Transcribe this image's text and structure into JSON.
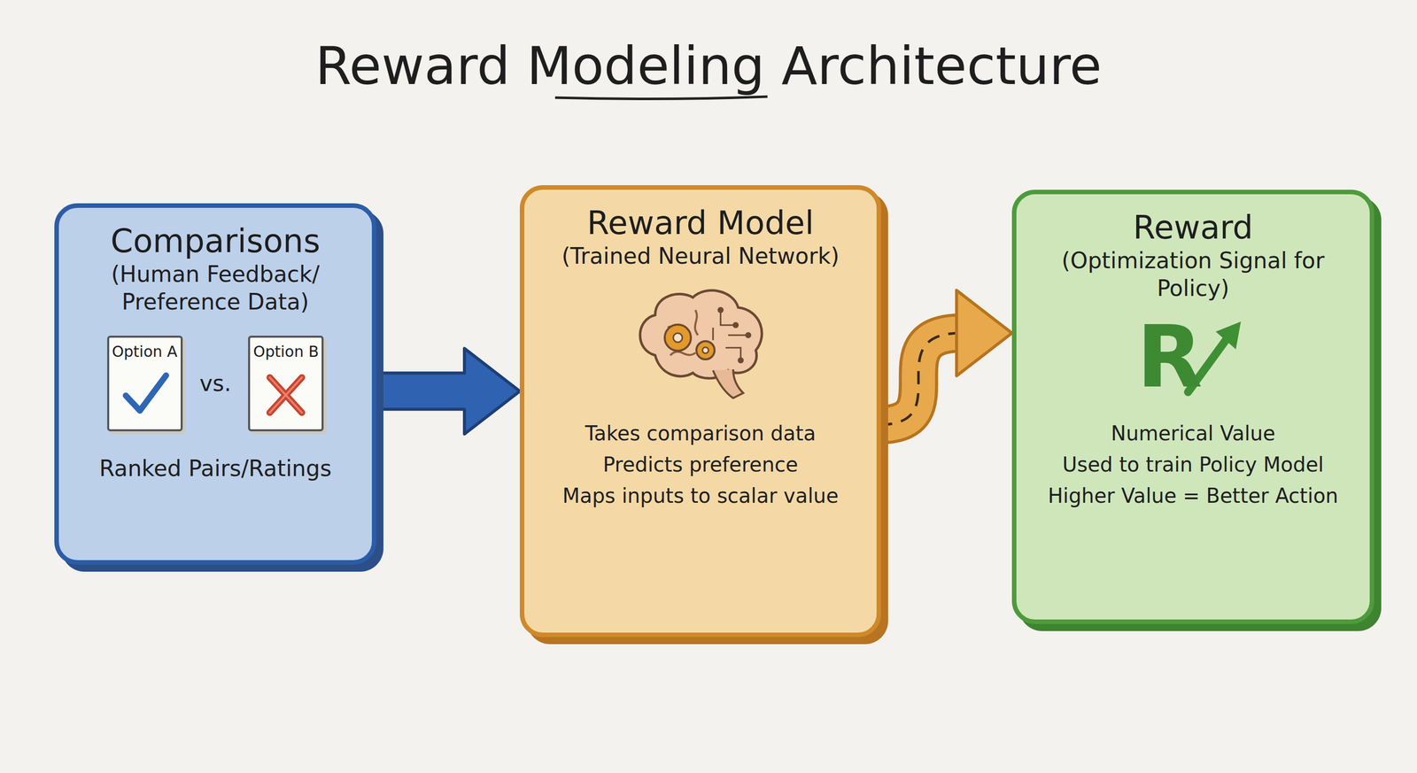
{
  "diagram": {
    "title": "Reward Modeling Architecture",
    "nodes": [
      {
        "text": [
          "Comparisons",
          "(Human Feedback/ Preference Data)",
          "vs.",
          "Ranked Pairs/Ratings"
        ]
      },
      {
        "text": [
          "Option A"
        ],
        "in": 0
      },
      {
        "text": [
          "Option B"
        ],
        "in": 0
      },
      {
        "text": [
          "Reward Model",
          "(Trained Neural Network)",
          "Takes comparison data",
          "Predicts preference",
          "Maps inputs to scalar value"
        ]
      },
      {
        "text": [
          "Reward",
          "(Optimization Signal for Policy)",
          "Numerical Value",
          "Used to train Policy Model",
          "Higher Value = Better Action"
        ]
      }
    ],
    "edges": [
      {
        "from": 0,
        "to": 3,
        "arrow": "to"
      },
      {
        "from": 3,
        "to": 4,
        "arrow": "to"
      }
    ],
    "labels": [
      "R"
    ]
  }
}
